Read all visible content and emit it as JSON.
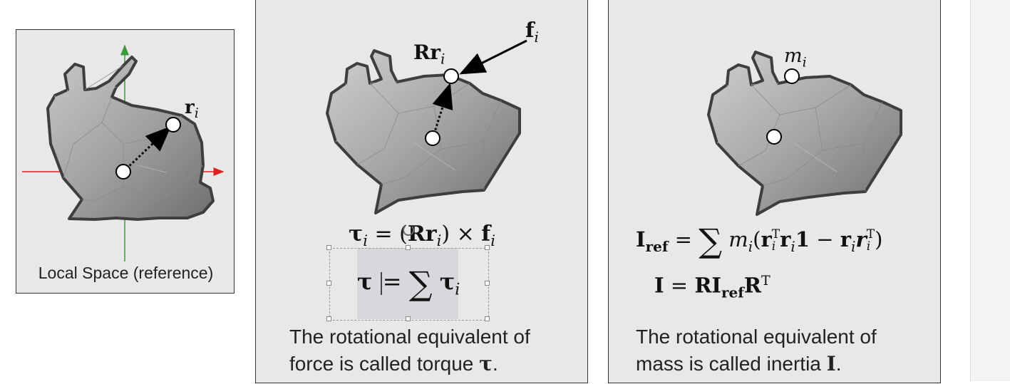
{
  "panel_local": {
    "caption": "Local Space (reference)",
    "point_label_main": "r",
    "point_label_sub": "i"
  },
  "panel_torque": {
    "force_label_main": "f",
    "force_label_sub": "i",
    "rotated_label_main": "Rr",
    "rotated_label_sub": "i",
    "eq1": {
      "lhs": "τ",
      "lhs_sub": "i",
      "eq": "=",
      "open": "(",
      "Rr": "Rr",
      "Rr_sub": "i",
      "close": ")",
      "cross": "×",
      "f": "f",
      "f_sub": "i"
    },
    "eq2": {
      "lhs": "τ",
      "eq": "=",
      "sum": "∑",
      "rhs": "τ",
      "rhs_sub": "i"
    },
    "caption_line1": "The rotational equivalent of",
    "caption_line2": "force is called torque ",
    "caption_symbol": "τ",
    "caption_end": "."
  },
  "panel_inertia": {
    "mass_label_main": "m",
    "mass_label_sub": "i",
    "eq1": {
      "I": "I",
      "I_sub": "ref",
      "eq": "=",
      "sum": "∑",
      "m": "m",
      "m_sub": "i",
      "paren_open": "(",
      "r1": "r",
      "r1_sup": "T",
      "r1_sub": "i",
      "r2": "r",
      "r2_sub": "i",
      "one": "1",
      "minus": "−",
      "r3": "r",
      "r3_sub": "i",
      "r4": "r",
      "r4_sup": "T",
      "r4_sub": "i",
      "paren_close": ")"
    },
    "eq2": {
      "I": "I",
      "eq": "=",
      "R": "RI",
      "R_sub": "ref",
      "RT": "R",
      "RT_sup": "T"
    },
    "caption_line1": "The rotational equivalent of",
    "caption_line2": "mass is called inertia ",
    "caption_symbol": "I",
    "caption_end": "."
  },
  "colors": {
    "axis_x": "#e02020",
    "axis_y": "#3a9a3a",
    "bunny_fill": "#9c9c9c",
    "bunny_dark": "#4a4a4a",
    "panel_bg": "#e8e8e8",
    "equation_highlight": "#d6d8db"
  }
}
